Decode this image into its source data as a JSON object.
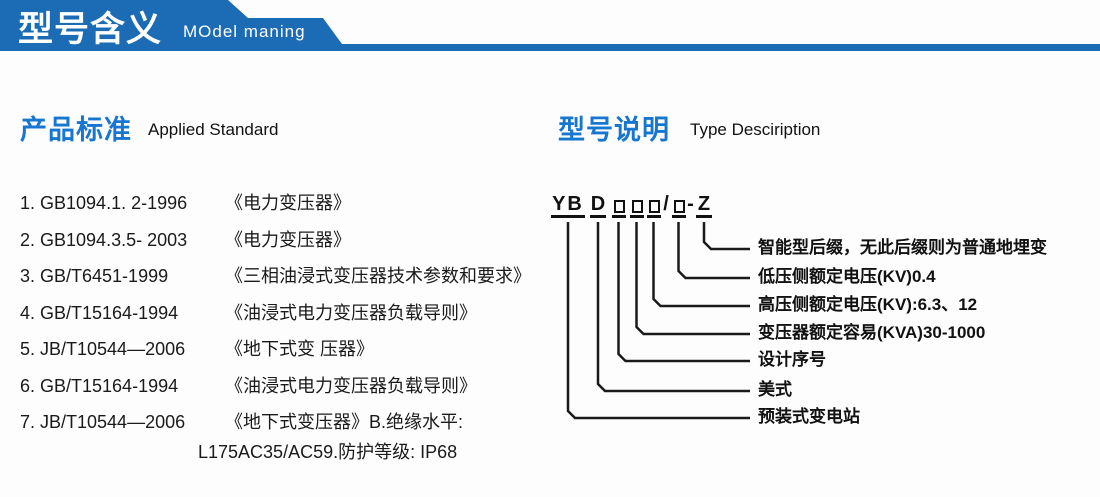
{
  "header": {
    "title_cn": "型号含义",
    "title_en": "MOdel maning"
  },
  "standards": {
    "title_cn": "产品标准",
    "title_en": "Applied Standard",
    "items": [
      {
        "num": "1.",
        "code": "GB1094.1. 2-1996",
        "name": "《电力变压器》"
      },
      {
        "num": "2.",
        "code": "GB1094.3.5- 2003",
        "name": "《电力变压器》"
      },
      {
        "num": "3.",
        "code": "GB/T6451-1999",
        "name": "《三相油浸式变压器技术参数和要求》"
      },
      {
        "num": "4.",
        "code": "GB/T15164-1994",
        "name": "《油浸式电力变压器负载导则》"
      },
      {
        "num": "5.",
        "code": "JB/T10544—2006",
        "name": "《地下式变 压器》"
      },
      {
        "num": "6.",
        "code": "GB/T15164-1994",
        "name": "《油浸式电力变压器负载导则》"
      },
      {
        "num": "7.",
        "code": "JB/T10544—2006",
        "name": "《地下式变压器》B.绝缘水平:"
      }
    ],
    "continuation": "L175AC35/AC59.防护等级: IP68"
  },
  "model": {
    "title_cn": "型号说明",
    "title_en": "Type Desciription",
    "code_full": "YBD□□□/□-Z",
    "code": [
      {
        "text": "YB"
      },
      {
        "text": "D"
      },
      {
        "text": "□"
      },
      {
        "text": "□"
      },
      {
        "text": "□"
      },
      {
        "text": "/"
      },
      {
        "text": "□"
      },
      {
        "text": "-"
      },
      {
        "text": "Z"
      }
    ],
    "labels": [
      "智能型后缀，无此后缀则为普通地埋变",
      "低压侧额定电压(KV)0.4",
      "高压侧额定电压(KV):6.3、12",
      "变压器额定容易(KVA)30-1000",
      "设计序号",
      "美式",
      "预装式变电站"
    ]
  },
  "colors": {
    "banner_blue": "#1b6cb5",
    "title_blue": "#1777d0",
    "text": "#1a1a1a"
  }
}
